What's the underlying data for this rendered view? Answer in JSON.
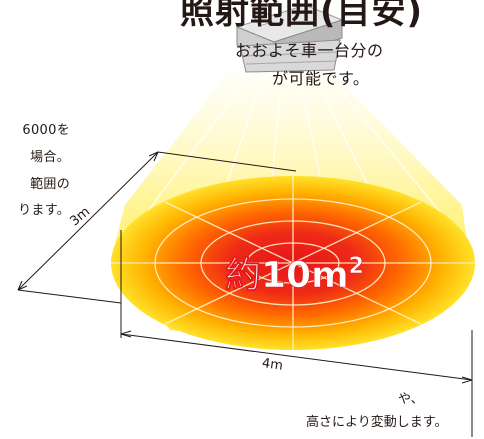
{
  "heading": "照射範囲(目安)",
  "intro": [
    "おおよそ車一台分の",
    "が可能です。"
  ],
  "notes": [
    "6000を",
    "場合。",
    "範囲の",
    "ります。"
  ],
  "footer": [
    "や、",
    "高さにより変動します。"
  ],
  "diagram": {
    "area_label": "約10m",
    "area_superscript": "2",
    "depth_label": "3m",
    "width_label": "4m"
  },
  "icons": {
    "fixture": "led-floodlight-icon"
  },
  "colors": {
    "beam": "#ffe85a",
    "spot_outer": "#ffd400",
    "spot_mid": "#ff7b00",
    "spot_core": "#e8141b",
    "text": "#231815"
  }
}
